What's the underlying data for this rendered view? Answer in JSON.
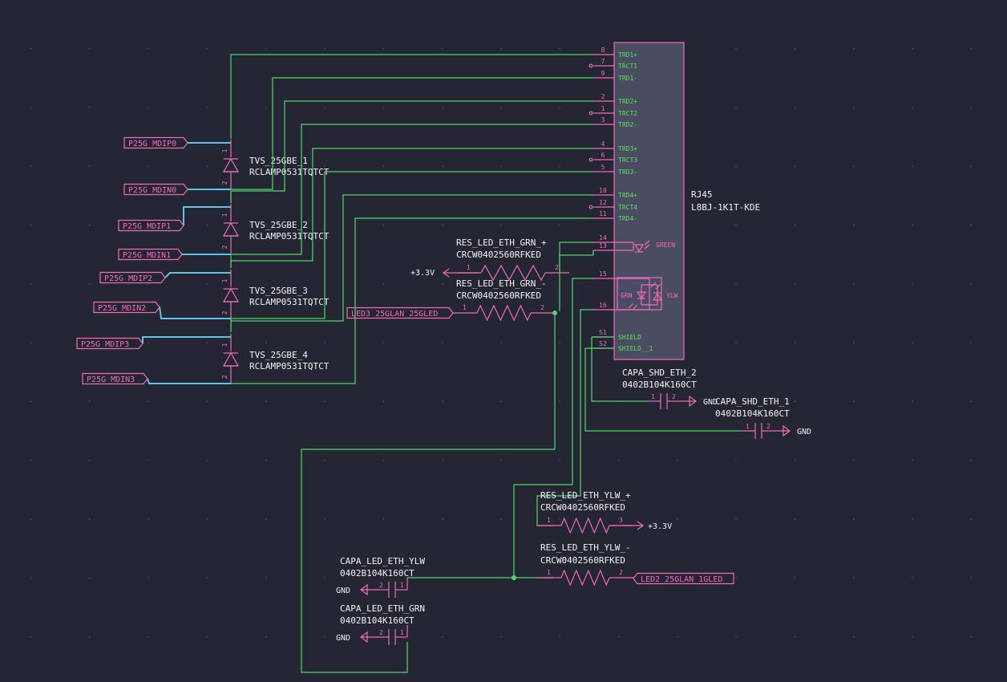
{
  "connector": {
    "ref": "RJ45",
    "value": "L8BJ-1K1T-KDE",
    "pins": [
      {
        "num": "8",
        "name": "TRD1+"
      },
      {
        "num": "7",
        "name": "TRCT1"
      },
      {
        "num": "9",
        "name": "TRD1-"
      },
      {
        "num": "2",
        "name": "TRD2+"
      },
      {
        "num": "1",
        "name": "TRCT2"
      },
      {
        "num": "3",
        "name": "TRD2-"
      },
      {
        "num": "4",
        "name": "TRD3+"
      },
      {
        "num": "6",
        "name": "TRCT3"
      },
      {
        "num": "5",
        "name": "TRD3-"
      },
      {
        "num": "10",
        "name": "TRD4+"
      },
      {
        "num": "12",
        "name": "TRCT4"
      },
      {
        "num": "11",
        "name": "TRD4-"
      },
      {
        "num": "14",
        "name": ""
      },
      {
        "num": "13",
        "name": ""
      },
      {
        "num": "15",
        "name": ""
      },
      {
        "num": "16",
        "name": ""
      },
      {
        "num": "S1",
        "name": "SHIELD"
      },
      {
        "num": "S2",
        "name": "SHIELD__1"
      }
    ],
    "led_green": "GREEN",
    "led_grn": "GRN",
    "led_ylw": "YLW"
  },
  "tvs": [
    {
      "ref": "TVS_25GBE_1",
      "value": "RCLAMP0531TQTCT"
    },
    {
      "ref": "TVS_25GBE_2",
      "value": "RCLAMP0531TQTCT"
    },
    {
      "ref": "TVS_25GBE_3",
      "value": "RCLAMP0531TQTCT"
    },
    {
      "ref": "TVS_25GBE_4",
      "value": "RCLAMP0531TQTCT"
    }
  ],
  "tvs_pins": {
    "a": "1",
    "k": "2"
  },
  "net_labels": [
    "P25G_MDIP0",
    "P25G_MDIN0",
    "P25G_MDIP1",
    "P25G_MDIN1",
    "P25G_MDIP2",
    "P25G_MDIN2",
    "P25G_MDIP3",
    "P25G_MDIN3",
    "LED3_25GLAN_25GLED",
    "LED2_25GLAN_1GLED"
  ],
  "resistors": [
    {
      "ref": "RES_LED_ETH_GRN_+",
      "value": "CRCW0402560RFKED",
      "p1": "1",
      "p2": "2"
    },
    {
      "ref": "RES_LED_ETH_GRN_-",
      "value": "CRCW0402560RFKED",
      "p1": "1",
      "p2": "2"
    },
    {
      "ref": "RES_LED_ETH_YLW_+",
      "value": "CRCW0402560RFKED",
      "p1": "1",
      "p2": "3"
    },
    {
      "ref": "RES_LED_ETH_YLW_-",
      "value": "CRCW0402560RFKED",
      "p1": "1",
      "p2": "2"
    }
  ],
  "capacitors": [
    {
      "ref": "CAPA_SHD_ETH_2",
      "value": "0402B104K160CT",
      "p1": "1",
      "p2": "2"
    },
    {
      "ref": "CAPA_SHD_ETH_1",
      "value": "0402B104K160CT",
      "p1": "1",
      "p2": "2"
    },
    {
      "ref": "CAPA_LED_ETH_YLW",
      "value": "0402B104K160CT",
      "p1": "1",
      "p2": "2"
    },
    {
      "ref": "CAPA_LED_ETH_GRN",
      "value": "0402B104K160CT",
      "p1": "1",
      "p2": "2"
    }
  ],
  "power": {
    "vcc": "+3.3V",
    "gnd": "GND"
  },
  "colors": {
    "background": "#242633",
    "wire": "#55d66a",
    "bus_wire": "#5ec2ea",
    "symbol_outline": "#f06cb8",
    "connector_fill": "#4a4c62",
    "text": "#f4f0f4"
  }
}
